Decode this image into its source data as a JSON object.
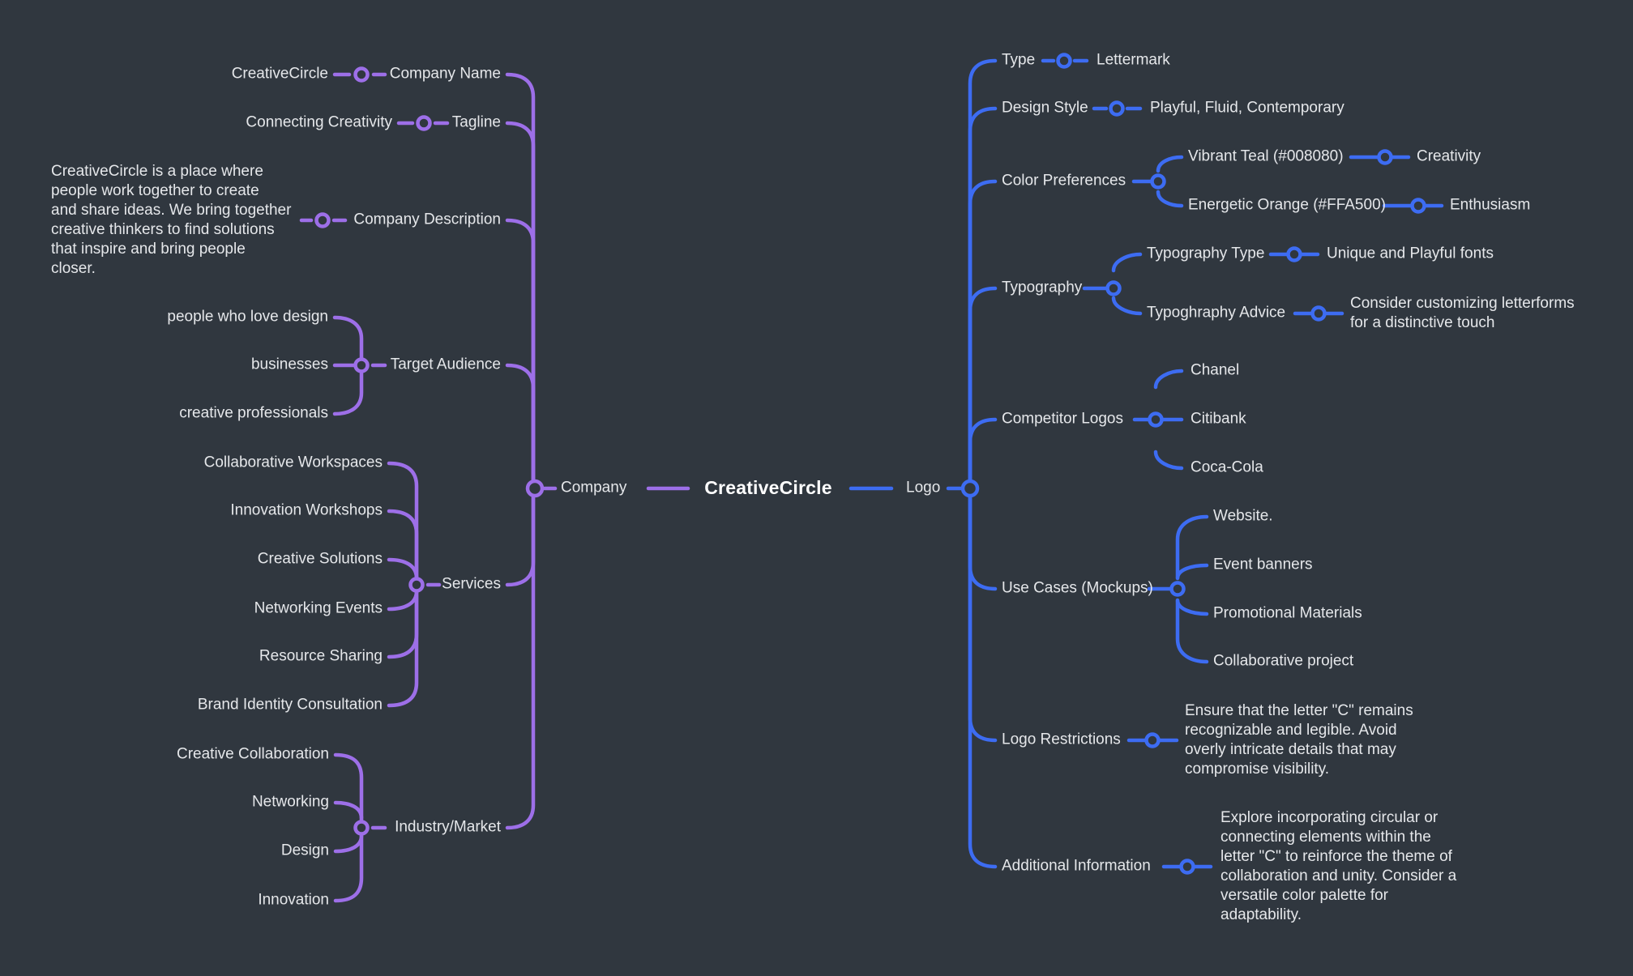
{
  "root": {
    "label": "CreativeCircle"
  },
  "hubs": {
    "left": "Company",
    "right": "Logo"
  },
  "left": {
    "company_name": {
      "label": "Company Name",
      "value": "CreativeCircle"
    },
    "tagline": {
      "label": "Tagline",
      "value": "Connecting Creativity"
    },
    "company_description": {
      "label": "Company Description",
      "value": "CreativeCircle is a place where\npeople work together to create\nand share ideas. We bring together\ncreative thinkers to find solutions\nthat inspire and bring people\ncloser."
    },
    "target_audience": {
      "label": "Target Audience",
      "items": [
        "people who love design",
        "businesses",
        "creative professionals"
      ]
    },
    "services": {
      "label": "Services",
      "items": [
        "Collaborative Workspaces",
        "Innovation Workshops",
        "Creative Solutions",
        "Networking Events",
        "Resource Sharing",
        "Brand Identity Consultation"
      ]
    },
    "industry_market": {
      "label": "Industry/Market",
      "items": [
        "Creative Collaboration",
        "Networking",
        "Design",
        "Innovation"
      ]
    }
  },
  "right": {
    "type": {
      "label": "Type",
      "value": "Lettermark"
    },
    "design_style": {
      "label": "Design Style",
      "value": "Playful, Fluid, Contemporary"
    },
    "color_preferences": {
      "label": "Color Preferences",
      "children": [
        {
          "label": "Vibrant Teal (#008080)",
          "value": "Creativity"
        },
        {
          "label": "Energetic Orange (#FFA500)",
          "value": "Enthusiasm"
        }
      ]
    },
    "typography": {
      "label": "Typography",
      "children": [
        {
          "label": "Typography Type",
          "value": "Unique and Playful fonts"
        },
        {
          "label": "Typoghraphy Advice",
          "value": "Consider customizing letterforms\nfor a distinctive touch"
        }
      ]
    },
    "competitor_logos": {
      "label": "Competitor Logos",
      "items": [
        "Chanel",
        "Citibank",
        "Coca-Cola"
      ]
    },
    "use_cases": {
      "label": "Use Cases (Mockups)",
      "items": [
        "Website.",
        "Event banners",
        "Promotional Materials",
        "Collaborative project"
      ]
    },
    "logo_restrictions": {
      "label": "Logo Restrictions",
      "value": "Ensure that the letter \"C\" remains\nrecognizable and legible. Avoid\noverly intricate details that may\ncompromise visibility."
    },
    "additional_information": {
      "label": "Additional Information",
      "value": "Explore incorporating circular or\nconnecting elements within the\nletter \"C\" to reinforce the theme of\ncollaboration and unity. Consider a\nversatile color palette for\nadaptability."
    }
  },
  "colors": {
    "background": "#30373F",
    "left_branch": "#9D6FE8",
    "right_branch": "#3D6CF2",
    "text": "#E5E7EA",
    "root_text": "#FFFFFF"
  }
}
